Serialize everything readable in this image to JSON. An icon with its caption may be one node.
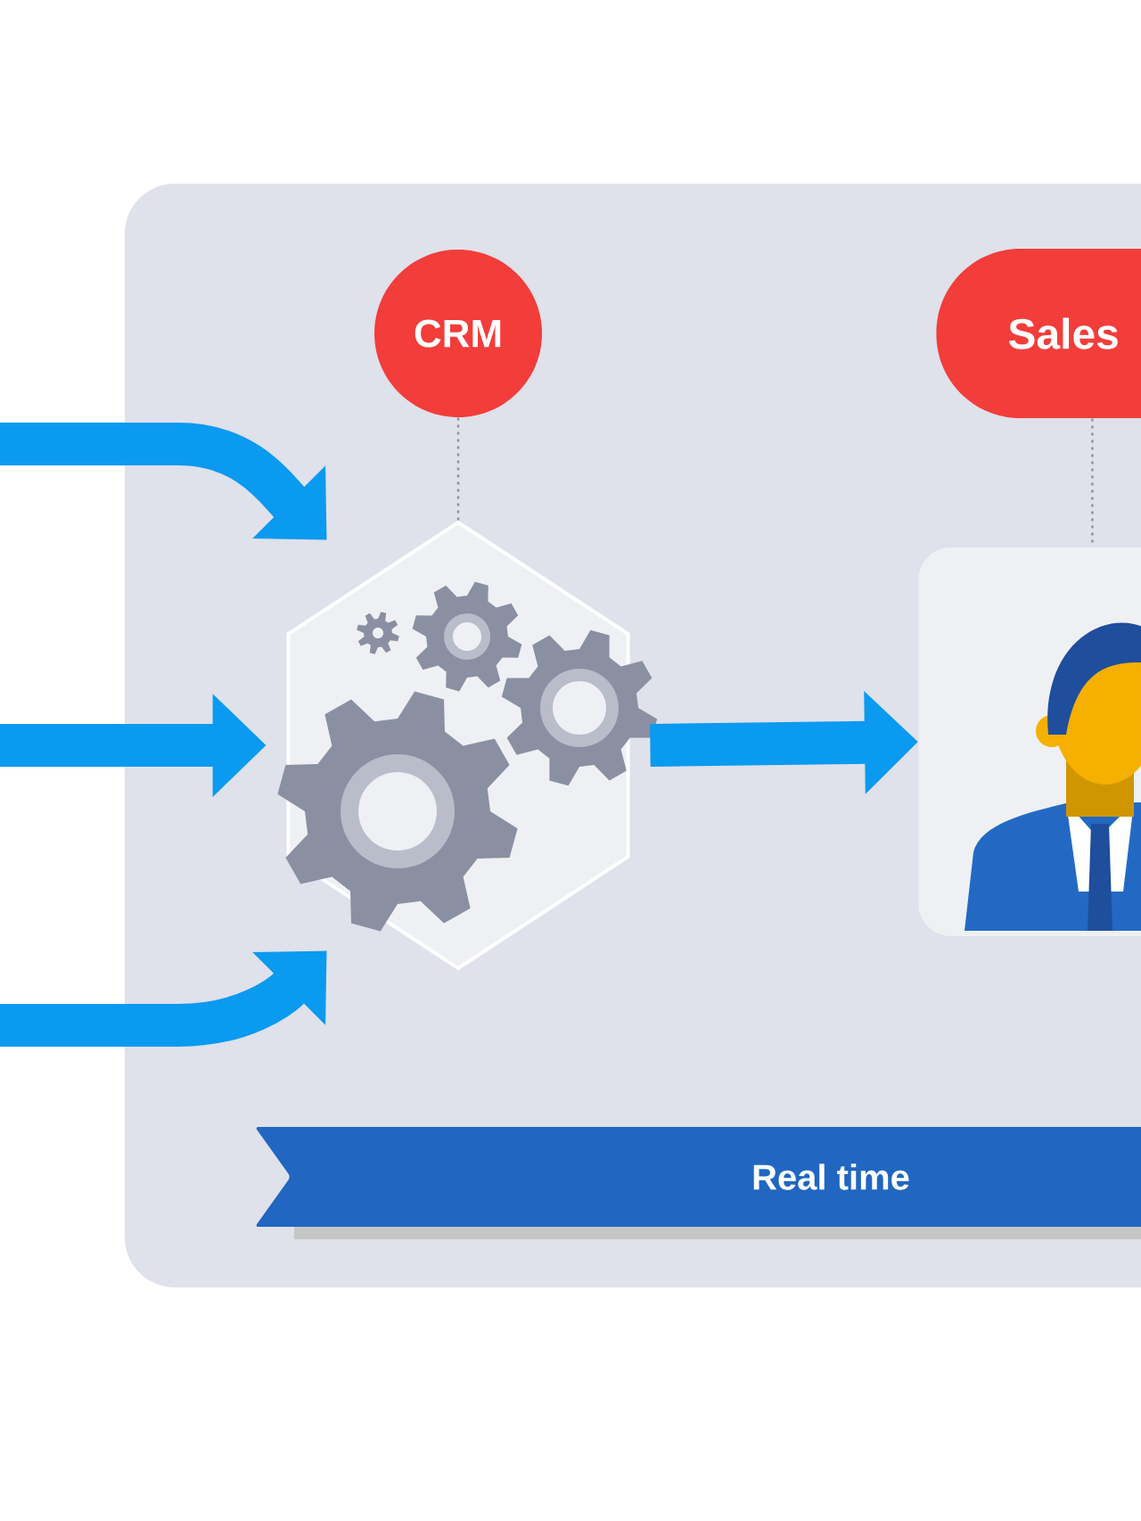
{
  "diagram": {
    "nodes": [
      {
        "text": [
          "CRM"
        ]
      },
      {
        "text": [
          "Sales"
        ]
      },
      {
        "text": [],
        "shape": "picture"
      },
      {
        "text": [],
        "shape": "picture"
      },
      {
        "text": [
          "Real time"
        ]
      }
    ],
    "edges": [
      {
        "from": null,
        "to": 2,
        "arrow": "to"
      },
      {
        "from": null,
        "to": 2,
        "arrow": "to"
      },
      {
        "from": null,
        "to": 2,
        "arrow": "to"
      },
      {
        "from": 2,
        "to": 3,
        "arrow": "to"
      },
      {
        "from": 0,
        "to": 2,
        "arrow": "none",
        "style": "dashed",
        "color": "#8a8f9b"
      },
      {
        "from": 1,
        "to": 3,
        "arrow": "none",
        "style": "dashed",
        "color": "#8a8f9b"
      }
    ]
  }
}
